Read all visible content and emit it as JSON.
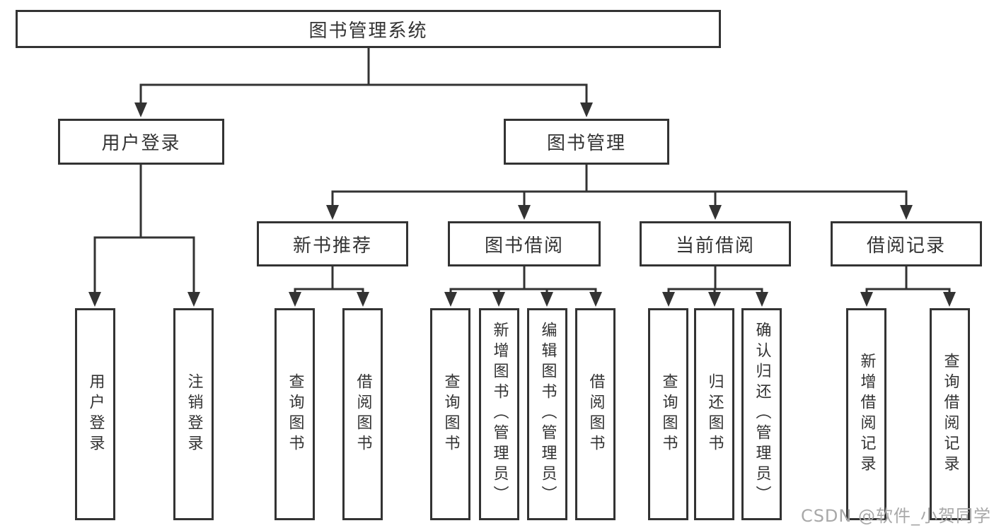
{
  "tree": {
    "label": "图书管理系统",
    "children": [
      {
        "label": "用户登录",
        "children": [
          {
            "label": "用户登录"
          },
          {
            "label": "注销登录"
          }
        ]
      },
      {
        "label": "图书管理",
        "children": [
          {
            "label": "新书推荐",
            "children": [
              {
                "label": "查询图书"
              },
              {
                "label": "借阅图书"
              }
            ]
          },
          {
            "label": "图书借阅",
            "children": [
              {
                "label": "查询图书"
              },
              {
                "label": "新增图书（管理员）"
              },
              {
                "label": "编辑图书（管理员）"
              },
              {
                "label": "借阅图书"
              }
            ]
          },
          {
            "label": "当前借阅",
            "children": [
              {
                "label": "查询图书"
              },
              {
                "label": "归还图书"
              },
              {
                "label": "确认归还（管理员）"
              }
            ]
          },
          {
            "label": "借阅记录",
            "children": [
              {
                "label": "新增借阅记录"
              },
              {
                "label": "查询借阅记录"
              }
            ]
          }
        ]
      }
    ]
  },
  "watermark": "CSDN @软件_小贺同学",
  "colors": {
    "line": "#333333",
    "box_border": "#333333",
    "box_fill": "#ffffff",
    "text": "#333333",
    "watermark": "#a8a8a8",
    "background": "#ffffff"
  }
}
